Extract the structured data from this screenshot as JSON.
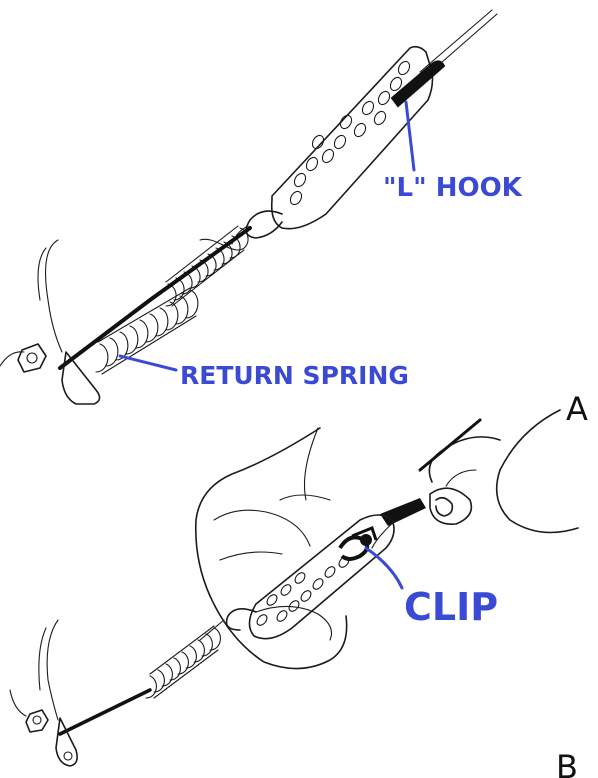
{
  "panel_a": {
    "letter": "A",
    "labels": {
      "l_hook": "\"L\" HOOK",
      "return_spring": "RETURN SPRING"
    }
  },
  "panel_b": {
    "letter": "B",
    "labels": {
      "clip": "CLIP"
    }
  },
  "colors": {
    "callout": "#3a4ad4",
    "line_art": "#1b1b1b",
    "background": "#ffffff"
  }
}
